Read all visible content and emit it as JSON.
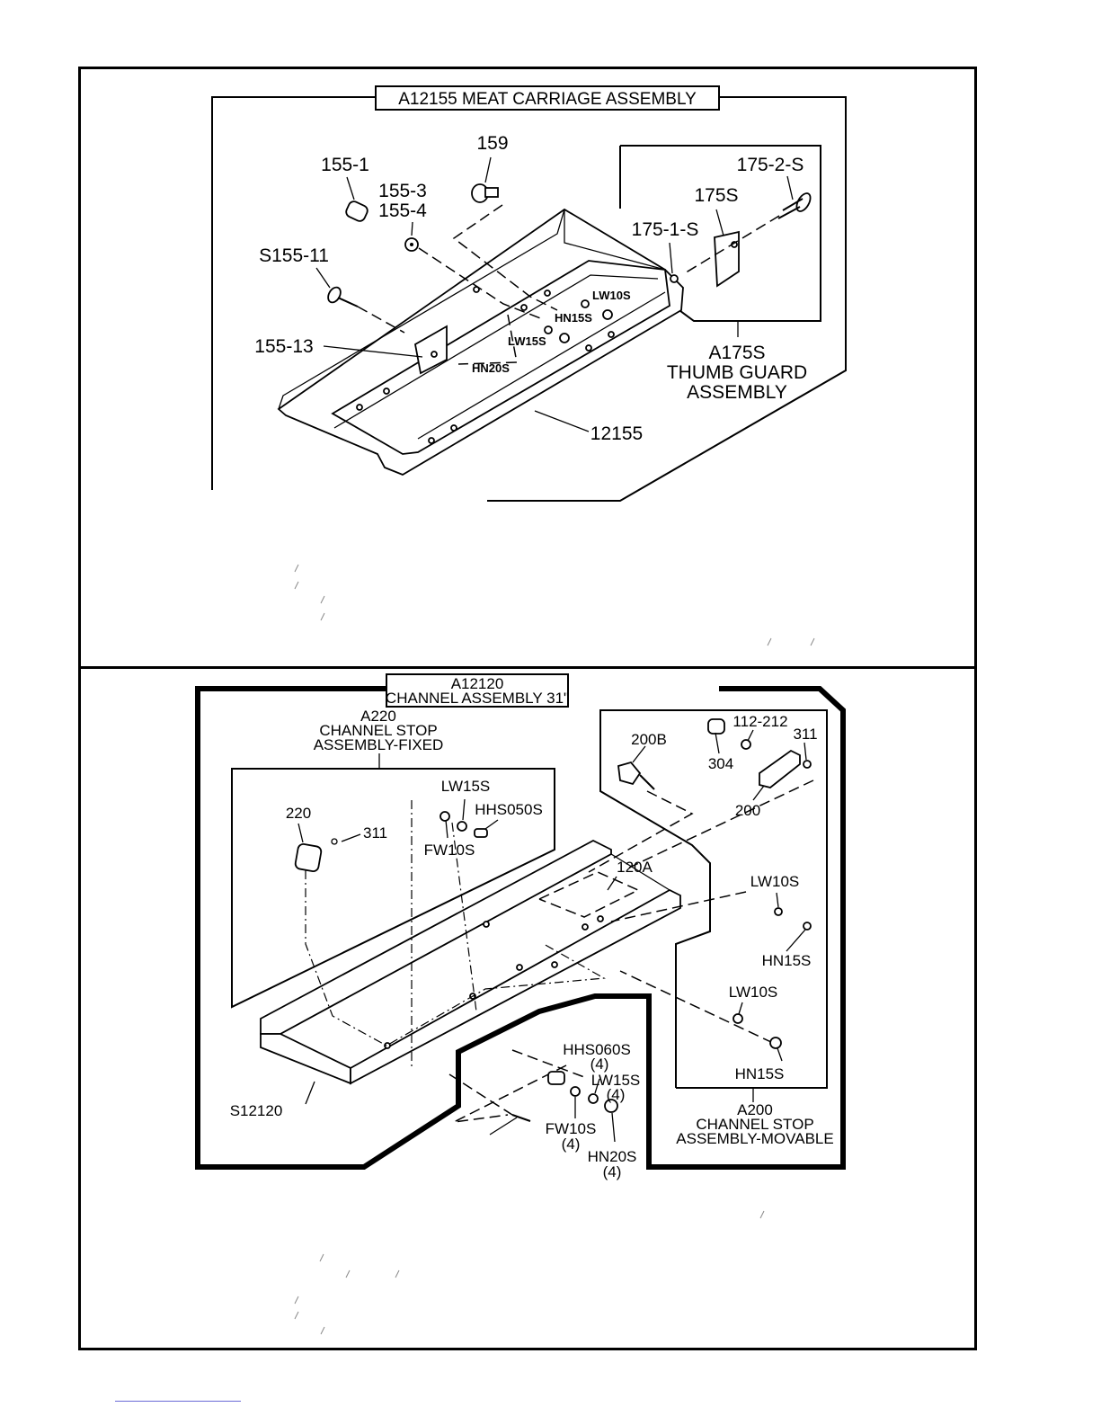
{
  "top_diagram": {
    "title": "A12155 MEAT CARRIAGE ASSEMBLY",
    "labels": {
      "p155_1": "155-1",
      "p155_3": "155-3",
      "p155_4": "155-4",
      "p159": "159",
      "p175_2_s": "175-2-S",
      "p175s": "175S",
      "p175_1_s": "175-1-S",
      "s155_11": "S155-11",
      "lw10s": "LW10S",
      "hn15s": "HN15S",
      "lw15s": "LW15S",
      "hn20s": "HN20S",
      "p155_13": "155-13",
      "p12155": "12155"
    },
    "sub_assembly": [
      "A175S",
      "THUMB GUARD",
      "ASSEMBLY"
    ]
  },
  "bottom_diagram": {
    "title_line1": "A12120",
    "title_line2": "CHANNEL ASSEMBLY 31\"",
    "fixed_assembly": [
      "A220",
      "CHANNEL STOP",
      "ASSEMBLY-FIXED"
    ],
    "movable_assembly": [
      "A200",
      "CHANNEL STOP",
      "ASSEMBLY-MOVABLE"
    ],
    "labels": {
      "p200b": "200B",
      "p304": "304",
      "p112_212": "112-212",
      "p311_right": "311",
      "p200": "200",
      "p220": "220",
      "p311_left": "311",
      "lw15s_top": "LW15S",
      "hhs050s": "HHS050S",
      "fw10s_top": "FW10S",
      "p120a": "120A",
      "lw10s_a": "LW10S",
      "hn15s_a": "HN15S",
      "lw10s_b": "LW10S",
      "hn15s_b": "HN15S",
      "hhs060s": "HHS060S",
      "qty_hhs060s": "(4)",
      "lw15s_bottom": "LW15S",
      "qty_lw15s": "(4)",
      "fw10s_bottom": "FW10S",
      "qty_fw10s": "(4)",
      "hn20s": "HN20S",
      "qty_hn20s": "(4)",
      "s12120": "S12120"
    }
  }
}
